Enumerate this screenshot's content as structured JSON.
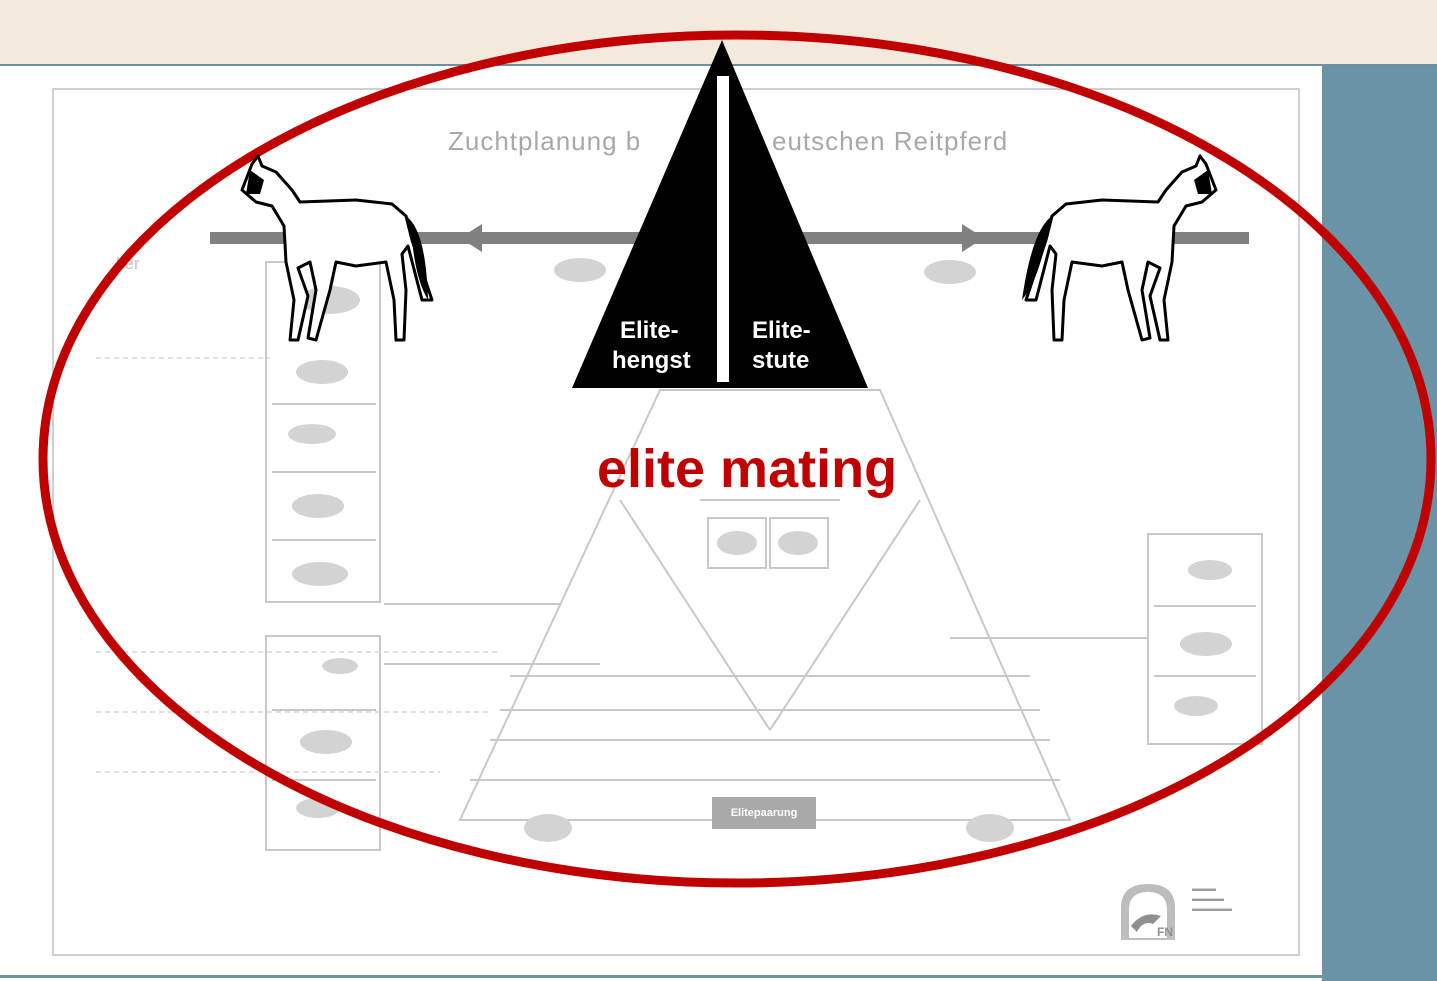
{
  "slide": {
    "title_left": "Zuchtplanung b",
    "title_right": "eutschen Reitpferd",
    "left_label": "lter",
    "elite_box": "Elitepaarung"
  },
  "pyramid": {
    "left_label_line1": "Elite-",
    "left_label_line2": "hengst",
    "right_label_line1": "Elite-",
    "right_label_line2": "stute"
  },
  "caption": "elite mating",
  "colors": {
    "accent_red": "#c00000",
    "pyramid_black": "#000000",
    "arrow_gray": "#808080",
    "sidebar_blue": "#6a93a6"
  }
}
